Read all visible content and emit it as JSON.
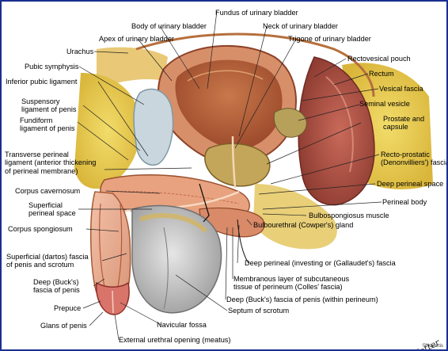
{
  "labels": {
    "fundus": "Fundus of urinary bladder",
    "body": "Body of urinary bladder",
    "neck": "Neck of urinary bladder",
    "apex": "Apex of urinary bladder",
    "trigone": "Trigone of urinary bladder",
    "urachus": "Urachus",
    "rectovesical": "Rectovesical pouch",
    "pubic_symphysis": "Pubic symphysis",
    "rectum": "Rectum",
    "inferior_pubic": "Inferior pubic ligament",
    "vesical_fascia": "Vesical fascia",
    "seminal_vesicle": "Seminal vesicle",
    "suspensory_1": "Suspensory",
    "suspensory_2": "ligament of penis",
    "fundiform_1": "Fundiform",
    "fundiform_2": "ligament of penis",
    "prostate_1": "Prostate and",
    "prostate_2": "capsule",
    "transverse_1": "Transverse perineal",
    "transverse_2": "ligament (anterior thickening",
    "transverse_3": "of perineal membrane)",
    "rectoprostatic_1": "Recto-prostatic",
    "rectoprostatic_2": "(Denonvilliers') fascia",
    "corpus_cavernosum": "Corpus cavernosum",
    "deep_perineal_space": "Deep perineal space",
    "superficial_space_1": "Superficial",
    "superficial_space_2": "perineal space",
    "perineal_body": "Perineal body",
    "corpus_spongiosum": "Corpus spongiosum",
    "bulbospongiosus": "Bulbospongiosus muscle",
    "bulbourethral": "Bulbourethral (Cowper's) gland",
    "dartos_1": "Superficial (dartos) fascia",
    "dartos_2": "of penis and scrotum",
    "deep_perineal_fascia": "Deep perineal (investing or (Gallaudet's) fascia",
    "bucks_1": "Deep (Buck's)",
    "bucks_2": "fascia of penis",
    "colles_1": "Membranous layer of subcutaneous",
    "colles_2": "tissue of perineum (Colles' fascia)",
    "prepuce": "Prepuce",
    "bucks_perineum": "Deep (Buck's) fascia of penis (within perineum)",
    "glans": "Glans of penis",
    "navicular": "Navicular fossa",
    "septum_scrotum": "Septum of scrotum",
    "meatus": "External urethral opening (meatus)"
  },
  "signature": {
    "artist": "F. Netter",
    "credit": "©Novartis"
  }
}
